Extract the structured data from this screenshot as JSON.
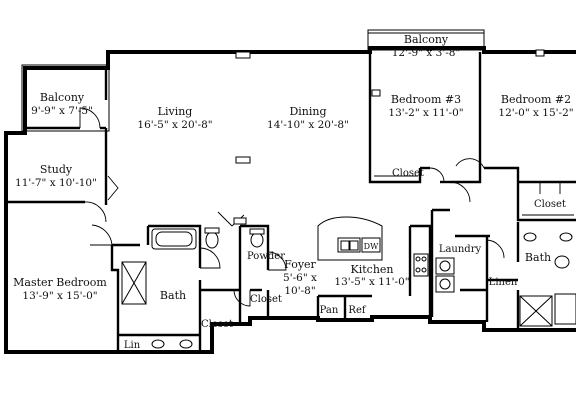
{
  "plan": {
    "rooms": {
      "balcony_left": {
        "name": "Balcony",
        "size": "9'-9\" x 7'-5\""
      },
      "living": {
        "name": "Living",
        "size": "16'-5\" x 20'-8\""
      },
      "dining": {
        "name": "Dining",
        "size": "14'-10\" x 20'-8\""
      },
      "balcony_top": {
        "name": "Balcony",
        "size": "12'-9\" x 3'-8\""
      },
      "bedroom3": {
        "name": "Bedroom #3",
        "size": "13'-2\" x 11'-0\""
      },
      "bedroom2": {
        "name": "Bedroom #2",
        "size": "12'-0\" x 15'-2\""
      },
      "study": {
        "name": "Study",
        "size": "11'-7\" x 10'-10\""
      },
      "master": {
        "name": "Master Bedroom",
        "size": "13'-9\" x 15'-0\""
      },
      "foyer": {
        "name": "Foyer",
        "size1": "5'-6\" x",
        "size2": "10'-8\""
      },
      "kitchen": {
        "name": "Kitchen",
        "size": "13'-5\" x 11'-0\""
      }
    },
    "labels": {
      "closet_bed3": "Closet",
      "closet_bed2": "Closet",
      "closet_master": "Closet",
      "closet_foyer": "Closet",
      "bath_master": "Bath",
      "bath_right": "Bath",
      "powder": "Powder",
      "laundry": "Laundry",
      "linen": "Linen",
      "lin": "Lin",
      "pan": "Pan",
      "ref": "Ref",
      "dw": "DW"
    }
  }
}
